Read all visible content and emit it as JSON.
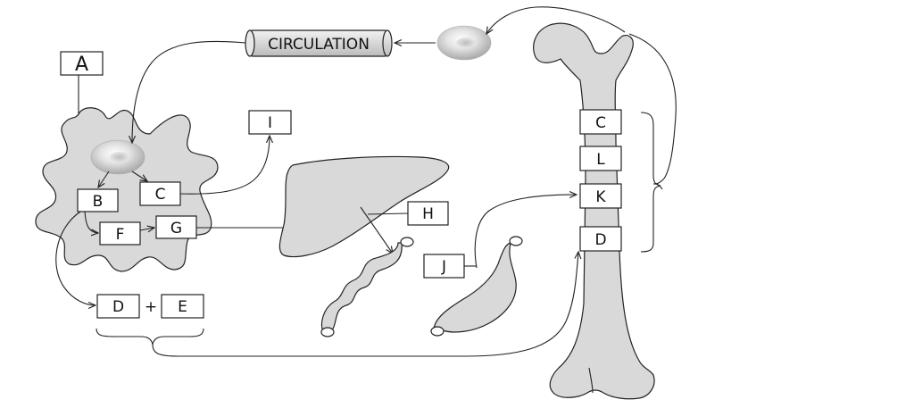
{
  "labels": {
    "circulation": "CIRCULATION",
    "A": "A",
    "B": "B",
    "C_cell": "C",
    "F": "F",
    "G": "G",
    "I": "I",
    "D_bottom": "D",
    "plus": "+",
    "E": "E",
    "H": "H",
    "J": "J",
    "C_bone": "C",
    "L": "L",
    "K": "K",
    "D_bone": "D"
  },
  "colors": {
    "organ_fill": "#d9d9d9",
    "stroke": "#222222"
  }
}
